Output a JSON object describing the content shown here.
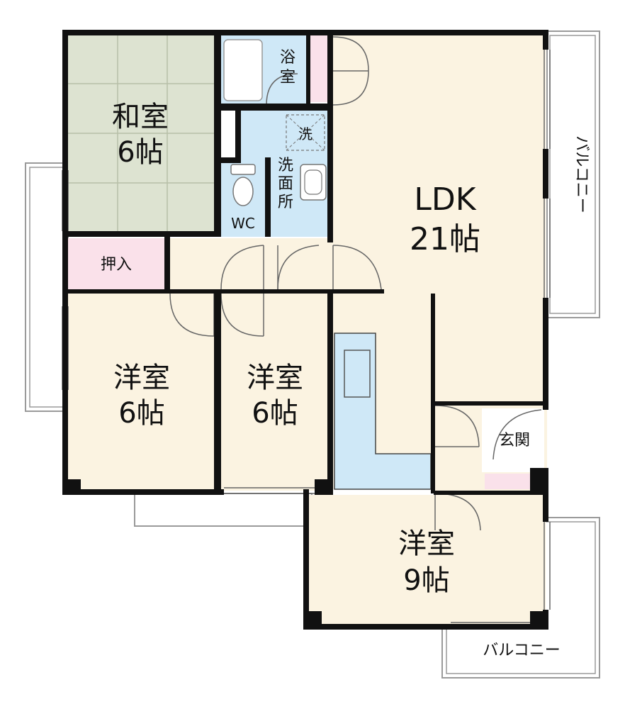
{
  "rooms": {
    "washitsu": {
      "name": "和室",
      "size": "6帖"
    },
    "ldk": {
      "name": "LDK",
      "size": "21帖"
    },
    "yoshitsu_left": {
      "name": "洋室",
      "size": "6帖"
    },
    "yoshitsu_mid": {
      "name": "洋室",
      "size": "6帖"
    },
    "yoshitsu_bottom": {
      "name": "洋室",
      "size": "9帖"
    }
  },
  "labels": {
    "bath_line1": "浴",
    "bath_line2": "室",
    "washer": "洗",
    "washroom_1": "洗",
    "washroom_2": "面",
    "washroom_3": "所",
    "wc": "WC",
    "oshiire": "押入",
    "genkan": "玄関",
    "balcony_right": "バルコニー",
    "balcony_bottom": "バルコニー"
  },
  "colors": {
    "wall": "#111111",
    "tatami": "#dde3d1",
    "floor": "#fbf3e1",
    "wet_area": "#cfe8f7",
    "closet_pink": "#fae1ea",
    "kitchen": "#cfe8f7",
    "balcony_line": "#9a9a9a",
    "door_line": "#666666"
  }
}
